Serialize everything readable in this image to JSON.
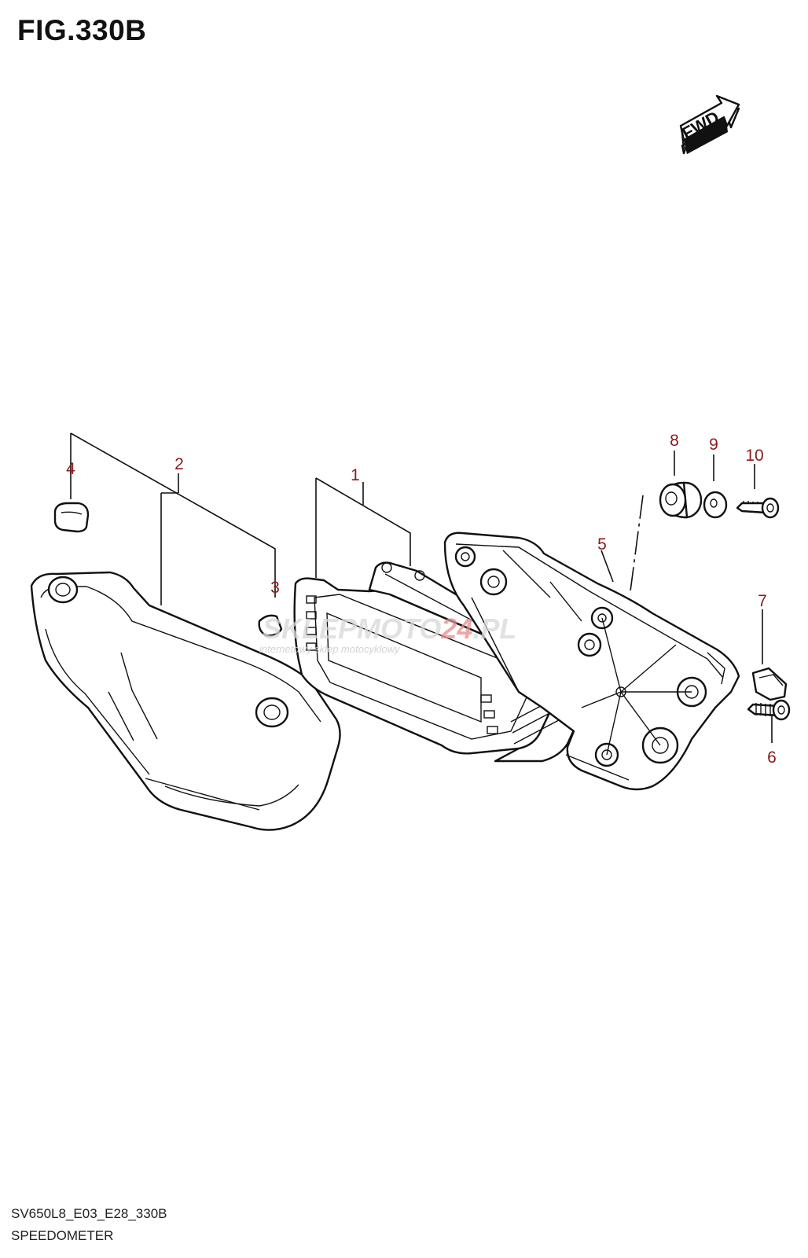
{
  "figure_title": "FIG.330B",
  "fwd_label": "FWD",
  "callouts": [
    {
      "id": "1",
      "label": "1"
    },
    {
      "id": "2",
      "label": "2"
    },
    {
      "id": "3",
      "label": "3"
    },
    {
      "id": "4",
      "label": "4"
    },
    {
      "id": "5",
      "label": "5"
    },
    {
      "id": "6",
      "label": "6"
    },
    {
      "id": "7",
      "label": "7"
    },
    {
      "id": "8",
      "label": "8"
    },
    {
      "id": "9",
      "label": "9"
    },
    {
      "id": "10",
      "label": "10"
    }
  ],
  "watermark": {
    "brand_part1": "SKLEP",
    "brand_part2": "MOTO",
    "brand_part3": "24",
    "brand_suffix": ".PL",
    "tagline": "internetowy sklep motocyklowy"
  },
  "footer": {
    "code": "SV650L8_E03_E28_330B",
    "name": "SPEEDOMETER"
  },
  "colors": {
    "callout": "#8b1a1a",
    "line": "#111111",
    "watermark_accent": "#e88a8a"
  }
}
